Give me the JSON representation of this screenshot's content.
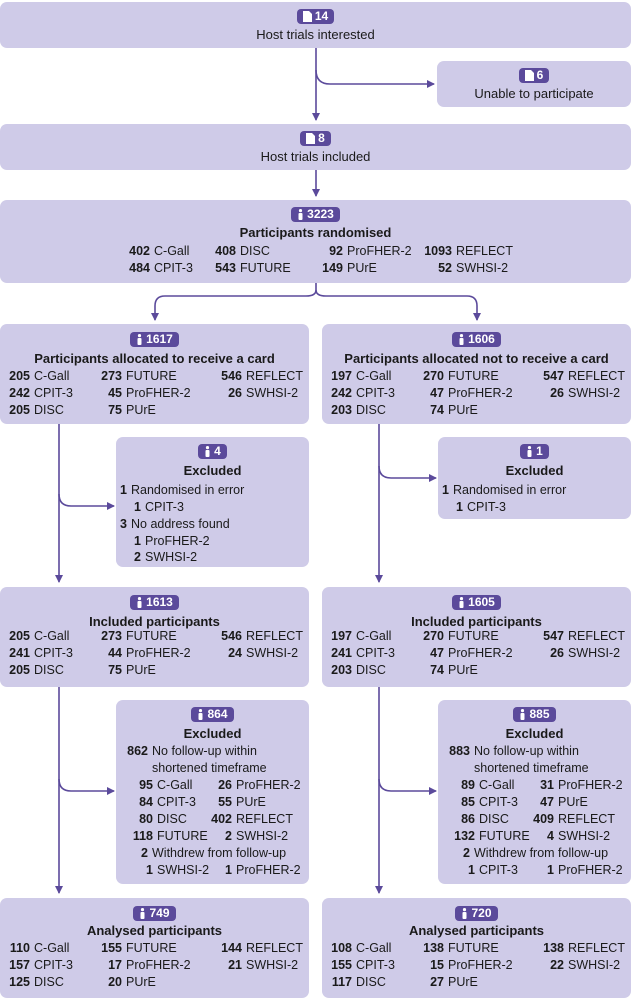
{
  "colors": {
    "box": "#cfcbe8",
    "badge": "#5b4a9b",
    "arrow": "#5b4a9b"
  },
  "icons": {
    "trial": "document-icon",
    "participant": "person-icon"
  },
  "top": {
    "count": "14",
    "label": "Host trials interested"
  },
  "unable": {
    "count": "6",
    "label": "Unable to participate"
  },
  "included_trials": {
    "count": "8",
    "label": "Host trials included"
  },
  "randomised": {
    "count": "3223",
    "title": "Participants randomised",
    "items": [
      {
        "n": "402",
        "t": "C-Gall"
      },
      {
        "n": "408",
        "t": "DISC"
      },
      {
        "n": "92",
        "t": "ProFHER-2"
      },
      {
        "n": "1093",
        "t": "REFLECT"
      },
      {
        "n": "484",
        "t": "CPIT-3"
      },
      {
        "n": "543",
        "t": "FUTURE"
      },
      {
        "n": "149",
        "t": "PUrE"
      },
      {
        "n": "52",
        "t": "SWHSI-2"
      }
    ]
  },
  "left": {
    "alloc": {
      "count": "1617",
      "title": "Participants allocated to receive a card",
      "items": [
        {
          "n": "205",
          "t": "C-Gall"
        },
        {
          "n": "273",
          "t": "FUTURE"
        },
        {
          "n": "546",
          "t": "REFLECT"
        },
        {
          "n": "242",
          "t": "CPIT-3"
        },
        {
          "n": "45",
          "t": "ProFHER-2"
        },
        {
          "n": "26",
          "t": "SWHSI-2"
        },
        {
          "n": "205",
          "t": "DISC"
        },
        {
          "n": "75",
          "t": "PUrE"
        }
      ]
    },
    "excl1": {
      "count": "4",
      "title": "Excluded",
      "lines": [
        {
          "n": "1",
          "t": "Randomised in error"
        },
        {
          "n": "1",
          "t": "CPIT-3"
        },
        {
          "n": "3",
          "t": "No address found"
        },
        {
          "n": "1",
          "t": "ProFHER-2"
        },
        {
          "n": "2",
          "t": "SWHSI-2"
        }
      ]
    },
    "incl": {
      "count": "1613",
      "title": "Included participants",
      "items": [
        {
          "n": "205",
          "t": "C-Gall"
        },
        {
          "n": "273",
          "t": "FUTURE"
        },
        {
          "n": "546",
          "t": "REFLECT"
        },
        {
          "n": "241",
          "t": "CPIT-3"
        },
        {
          "n": "44",
          "t": "ProFHER-2"
        },
        {
          "n": "24",
          "t": "SWHSI-2"
        },
        {
          "n": "205",
          "t": "DISC"
        },
        {
          "n": "75",
          "t": "PUrE"
        }
      ]
    },
    "excl2": {
      "count": "864",
      "title": "Excluded",
      "main": {
        "n": "862",
        "t1": "No follow-up within",
        "t2": "shortened timeframe"
      },
      "grid": [
        {
          "n": "95",
          "t": "C-Gall"
        },
        {
          "n": "26",
          "t": "ProFHER-2"
        },
        {
          "n": "84",
          "t": "CPIT-3"
        },
        {
          "n": "55",
          "t": "PUrE"
        },
        {
          "n": "80",
          "t": "DISC"
        },
        {
          "n": "402",
          "t": "REFLECT"
        },
        {
          "n": "118",
          "t": "FUTURE"
        },
        {
          "n": "2",
          "t": "SWHSI-2"
        }
      ],
      "withdrew": {
        "n": "2",
        "t": "Withdrew from follow-up"
      },
      "wd": [
        {
          "n": "1",
          "t": "SWHSI-2"
        },
        {
          "n": "1",
          "t": "ProFHER-2"
        }
      ]
    },
    "analysed": {
      "count": "749",
      "title": "Analysed participants",
      "items": [
        {
          "n": "110",
          "t": "C-Gall"
        },
        {
          "n": "155",
          "t": "FUTURE"
        },
        {
          "n": "144",
          "t": "REFLECT"
        },
        {
          "n": "157",
          "t": "CPIT-3"
        },
        {
          "n": "17",
          "t": "ProFHER-2"
        },
        {
          "n": "21",
          "t": "SWHSI-2"
        },
        {
          "n": "125",
          "t": "DISC"
        },
        {
          "n": "20",
          "t": "PUrE"
        }
      ]
    }
  },
  "right": {
    "alloc": {
      "count": "1606",
      "title": "Participants allocated not to receive a card",
      "items": [
        {
          "n": "197",
          "t": "C-Gall"
        },
        {
          "n": "270",
          "t": "FUTURE"
        },
        {
          "n": "547",
          "t": "REFLECT"
        },
        {
          "n": "242",
          "t": "CPIT-3"
        },
        {
          "n": "47",
          "t": "ProFHER-2"
        },
        {
          "n": "26",
          "t": "SWHSI-2"
        },
        {
          "n": "203",
          "t": "DISC"
        },
        {
          "n": "74",
          "t": "PUrE"
        }
      ]
    },
    "excl1": {
      "count": "1",
      "title": "Excluded",
      "lines": [
        {
          "n": "1",
          "t": "Randomised in error"
        },
        {
          "n": "1",
          "t": "CPIT-3"
        }
      ]
    },
    "incl": {
      "count": "1605",
      "title": "Included participants",
      "items": [
        {
          "n": "197",
          "t": "C-Gall"
        },
        {
          "n": "270",
          "t": "FUTURE"
        },
        {
          "n": "547",
          "t": "REFLECT"
        },
        {
          "n": "241",
          "t": "CPIT-3"
        },
        {
          "n": "47",
          "t": "ProFHER-2"
        },
        {
          "n": "26",
          "t": "SWHSI-2"
        },
        {
          "n": "203",
          "t": "DISC"
        },
        {
          "n": "74",
          "t": "PUrE"
        }
      ]
    },
    "excl2": {
      "count": "885",
      "title": "Excluded",
      "main": {
        "n": "883",
        "t1": "No follow-up within",
        "t2": "shortened timeframe"
      },
      "grid": [
        {
          "n": "89",
          "t": "C-Gall"
        },
        {
          "n": "31",
          "t": "ProFHER-2"
        },
        {
          "n": "85",
          "t": "CPIT-3"
        },
        {
          "n": "47",
          "t": "PUrE"
        },
        {
          "n": "86",
          "t": "DISC"
        },
        {
          "n": "409",
          "t": "REFLECT"
        },
        {
          "n": "132",
          "t": "FUTURE"
        },
        {
          "n": "4",
          "t": "SWHSI-2"
        }
      ],
      "withdrew": {
        "n": "2",
        "t": "Withdrew from follow-up"
      },
      "wd": [
        {
          "n": "1",
          "t": "CPIT-3"
        },
        {
          "n": "1",
          "t": "ProFHER-2"
        }
      ]
    },
    "analysed": {
      "count": "720",
      "title": "Analysed participants",
      "items": [
        {
          "n": "108",
          "t": "C-Gall"
        },
        {
          "n": "138",
          "t": "FUTURE"
        },
        {
          "n": "138",
          "t": "REFLECT"
        },
        {
          "n": "155",
          "t": "CPIT-3"
        },
        {
          "n": "15",
          "t": "ProFHER-2"
        },
        {
          "n": "22",
          "t": "SWHSI-2"
        },
        {
          "n": "117",
          "t": "DISC"
        },
        {
          "n": "27",
          "t": "PUrE"
        }
      ]
    }
  }
}
